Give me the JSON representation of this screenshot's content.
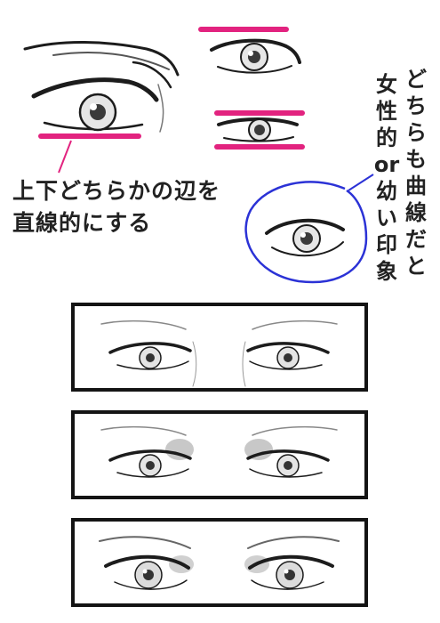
{
  "caption_straight": {
    "line1": "上下どちらかの辺を",
    "line2": "直線的にする"
  },
  "caption_curve": {
    "col1": "どちらも曲線だと",
    "col2": "女性的or幼い印象"
  },
  "colors": {
    "pink": "#e2237f",
    "blue": "#2b32d6",
    "ink": "#222222",
    "shade": "#c8c8c8"
  }
}
